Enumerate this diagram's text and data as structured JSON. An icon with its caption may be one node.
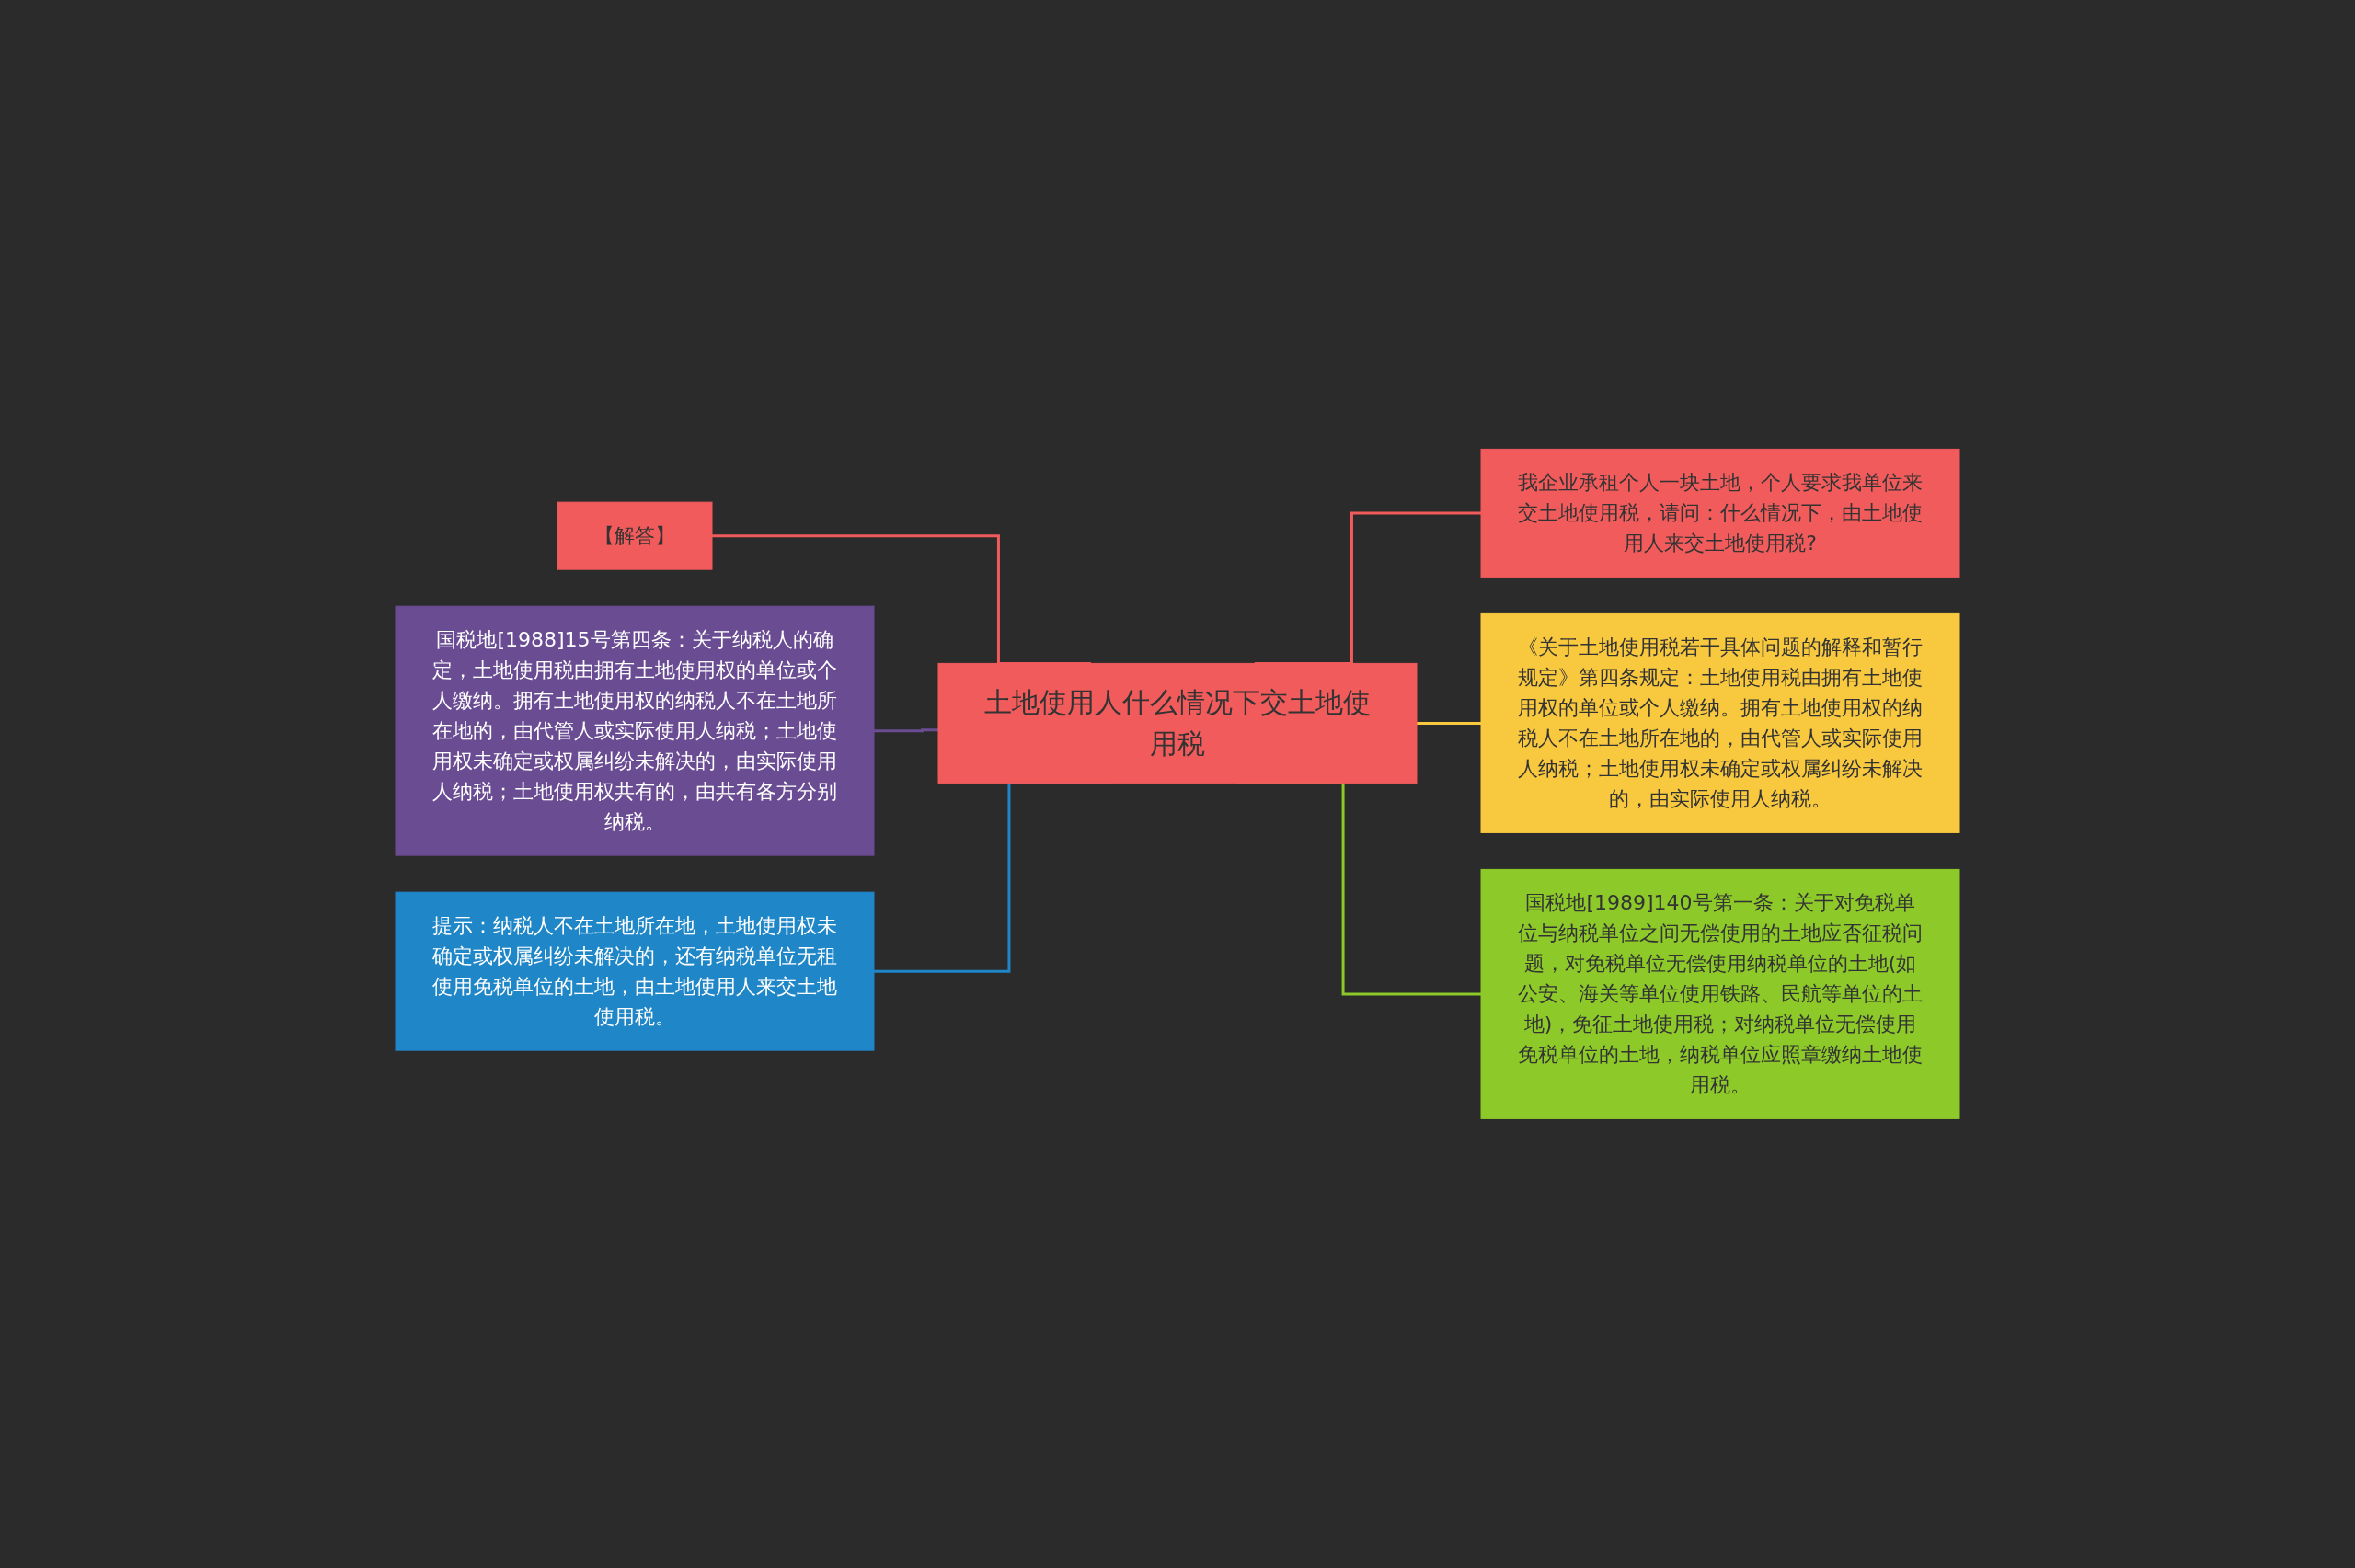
{
  "diagram": {
    "nodes": [
      {
        "text": [
          "土地使用人什么情况下交土地使用税"
        ]
      },
      {
        "text": [
          "【解答】"
        ]
      },
      {
        "text": [
          "国税地[1988]15号第四条：关于纳税人的确定，土地使用税由拥有土地使用权的单位或个人缴纳。拥有土地使用权的纳税人不在土地所在地的，由代管人或实际使用人纳税；土地使用权未确定或权属纠纷未解决的，由实际使用人纳税；土地使用权共有的，由共有各方分别纳税。"
        ]
      },
      {
        "text": [
          "提示：纳税人不在土地所在地，土地使用权未确定或权属纠纷未解决的，还有纳税单位无租使用免税单位的土地，由土地使用人来交土地使用税。"
        ]
      },
      {
        "text": [
          "我企业承租个人一块土地，个人要求我单位来交土地使用税，请问：什么情况下，由土地使用人来交土地使用税?"
        ]
      },
      {
        "text": [
          "《关于土地使用税若干具体问题的解释和暂行规定》第四条规定：土地使用税由拥有土地使用权的单位或个人缴纳。拥有土地使用权的纳税人不在土地所在地的，由代管人或实际使用人纳税；土地使用权未确定或权属纠纷未解决的，由实际使用人纳税。"
        ]
      },
      {
        "text": [
          "国税地[1989]140号第一条：关于对免税单位与纳税单位之间无偿使用的土地应否征税问题，对免税单位无偿使用纳税单位的土地(如公安、海关等单位使用铁路、民航等单位的土地)，免征土地使用税；对纳税单位无偿使用免税单位的土地，纳税单位应照章缴纳土地使用税。"
        ]
      }
    ],
    "edges": [
      {
        "from": 1,
        "to": 0,
        "arrow": "none",
        "color": "#f25b5b"
      },
      {
        "from": 2,
        "to": 0,
        "arrow": "none",
        "color": "#6a4c93"
      },
      {
        "from": 3,
        "to": 0,
        "arrow": "none",
        "color": "#1f86c8"
      },
      {
        "from": 0,
        "to": 4,
        "arrow": "none",
        "color": "#f25b5b"
      },
      {
        "from": 0,
        "to": 5,
        "arrow": "none",
        "color": "#f8c93e"
      },
      {
        "from": 0,
        "to": 6,
        "arrow": "none",
        "color": "#8cc929"
      }
    ]
  }
}
